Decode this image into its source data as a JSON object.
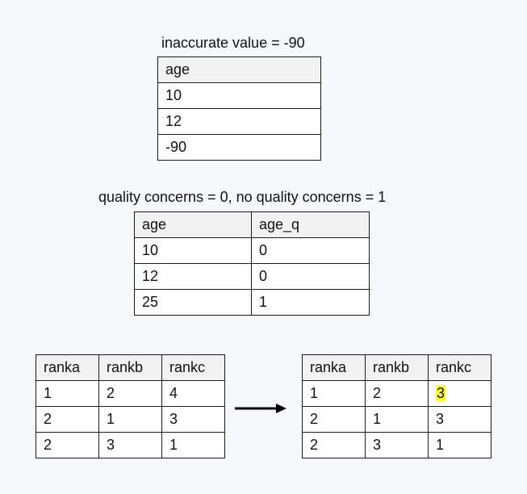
{
  "table1": {
    "caption": "inaccurate value = -90",
    "headers": [
      "age"
    ],
    "rows": [
      [
        "10"
      ],
      [
        "12"
      ],
      [
        "-90"
      ]
    ]
  },
  "table2": {
    "caption": "quality concerns = 0, no quality concerns = 1",
    "headers": [
      "age",
      "age_q"
    ],
    "rows": [
      [
        "10",
        "0"
      ],
      [
        "12",
        "0"
      ],
      [
        "25",
        "1"
      ]
    ]
  },
  "table3": {
    "headers": [
      "ranka",
      "rankb",
      "rankc"
    ],
    "rows": [
      [
        "1",
        "2",
        "4"
      ],
      [
        "2",
        "1",
        "3"
      ],
      [
        "2",
        "3",
        "1"
      ]
    ]
  },
  "table4": {
    "headers": [
      "ranka",
      "rankb",
      "rankc"
    ],
    "rows": [
      [
        "1",
        "2",
        "3"
      ],
      [
        "2",
        "1",
        "3"
      ],
      [
        "2",
        "3",
        "1"
      ]
    ]
  },
  "colors": {
    "highlight": "#ffff33",
    "background": "#f5f9fc",
    "header_fill": "#f2f2f2"
  },
  "icons": {
    "arrow": "arrow-right-icon"
  }
}
